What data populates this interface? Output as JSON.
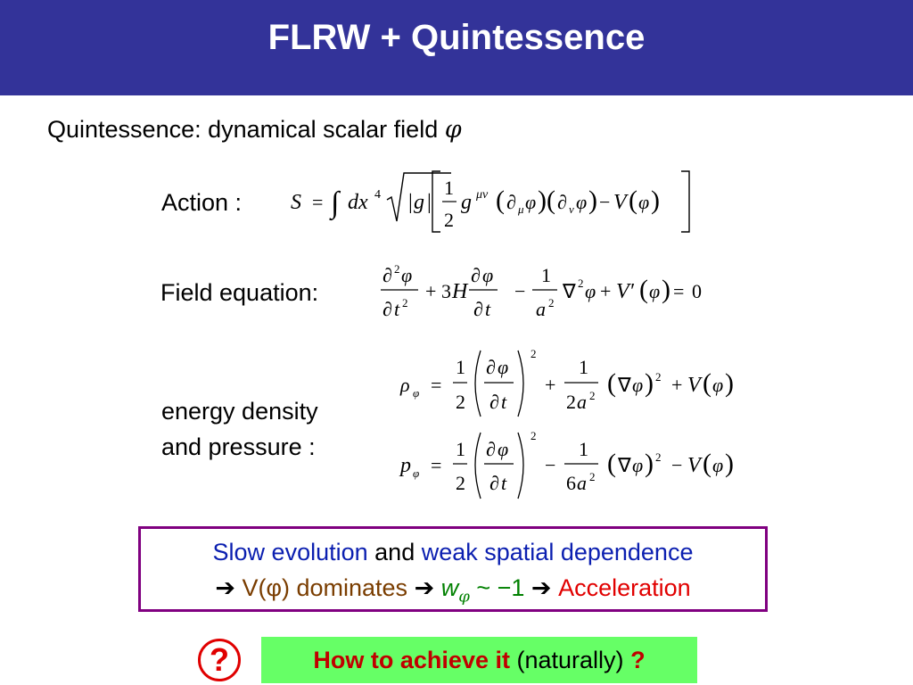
{
  "slide": {
    "title": "FLRW + Quintessence",
    "intro_text": "Quintessence: dynamical scalar field",
    "intro_symbol": "φ",
    "action_label": "Action :",
    "field_eq_label": "Field equation:",
    "energy_label_line1": "energy density",
    "energy_label_line2": "and pressure :",
    "box": {
      "line1_a": "Slow evolution",
      "line1_b": "and",
      "line1_c": "weak spatial dependence",
      "arrow": "➔",
      "potential": "V(φ) dominates",
      "w_text": "w",
      "w_sub": "φ",
      "w_value": "~ −1",
      "acceleration": "Acceleration"
    },
    "question_mark": "?",
    "how_bold": "How to achieve it",
    "how_normal": "(naturally)",
    "how_end": "?"
  },
  "colors": {
    "header": "#333399",
    "box_border": "#800080",
    "blue_text": "#0b1fb0",
    "brown_text": "#7a3d00",
    "green_text": "#008000",
    "red_text": "#e10000",
    "highlight": "#66ff66"
  },
  "equations": {
    "action": "S = ∫dx⁴ √|g| [ ½ g^{μν} (∂_μ φ)(∂_ν φ) − V(φ) ]",
    "field": "∂²φ/∂t² + 3H ∂φ/∂t − (1/a²)∇²φ + V′(φ) = 0",
    "rho": "ρ_φ = ½ (∂φ/∂t)² + (1/2a²)(∇φ)² + V(φ)",
    "p": "p_φ = ½ (∂φ/∂t)² − (1/6a²)(∇φ)² − V(φ)"
  }
}
